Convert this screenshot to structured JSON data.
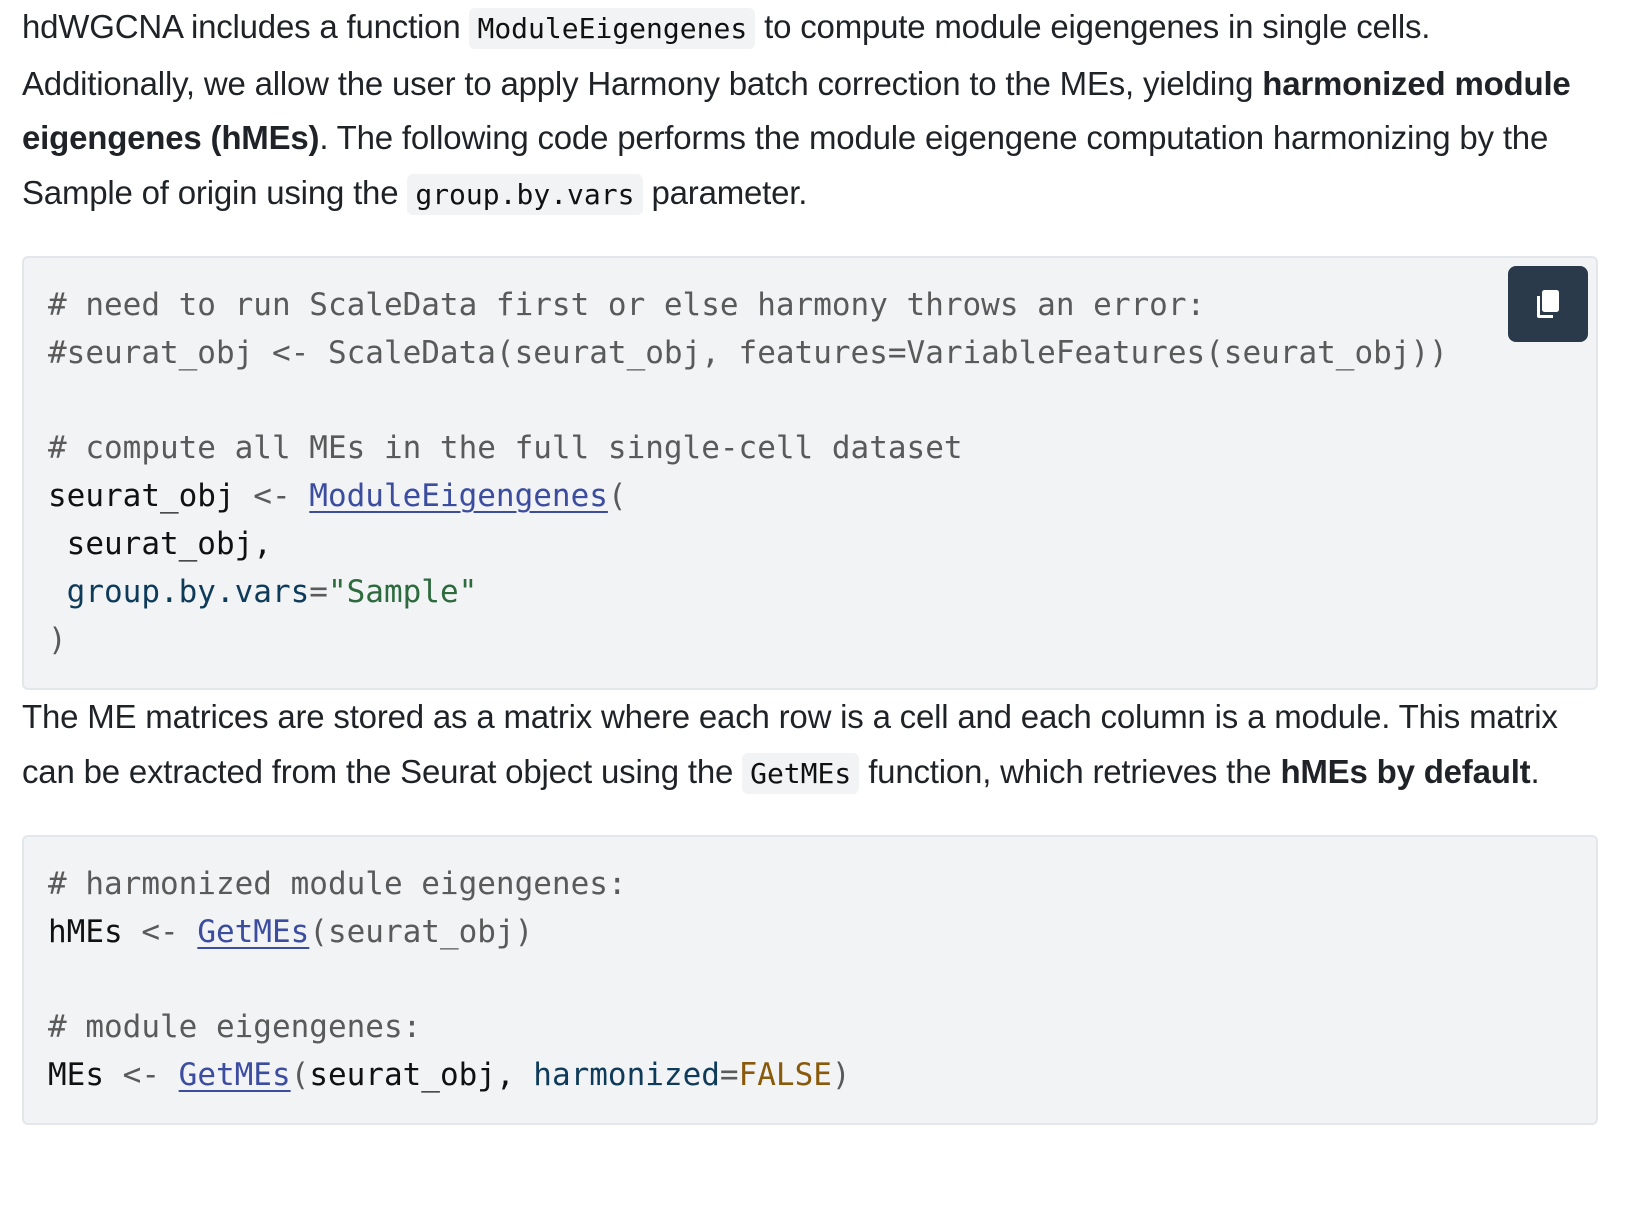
{
  "intro": {
    "s1": "hdWGCNA includes a function ",
    "code1": "ModuleEigengenes",
    "s2": " to compute module eigengenes in single cells. Additionally, we allow the user to apply Harmony batch correction to the MEs, yielding ",
    "bold1": "harmonized module eigengenes (hMEs)",
    "s3": ". The following code performs the module eigengene computation har­monizing by the Sample of origin using the ",
    "code2": "group.by.vars",
    "s4": " parameter."
  },
  "code_block_1": {
    "copy_icon": "copy-icon",
    "line1": "# need to run ScaleData first or else harmony throws an error:",
    "line2": "#seurat_obj <- ScaleData(seurat_obj, features=VariableFeatures(seurat_obj))",
    "line4": "# compute all MEs in the full single-cell dataset",
    "line5_var": "seurat_obj",
    "line5_op": " <- ",
    "line5_fn": "ModuleEigengenes",
    "line5_paren": "(",
    "line6": " seurat_obj,",
    "line7_arg": " group.by.vars",
    "line7_eq": "=",
    "line7_str": "\"Sample\"",
    "line8": ")"
  },
  "middle": {
    "s1": "The ME matrices are stored as a matrix where each row is a cell and each column is a module. This matrix can be extracted from the Seurat object using the ",
    "code1": "GetMEs",
    "s2": " function, which retrieves the ",
    "bold1": "hMEs by default",
    "s3": "."
  },
  "code_block_2": {
    "line1": "# harmonized module eigengenes:",
    "line2_var": "hMEs",
    "line2_op": " <- ",
    "line2_fn": "GetMEs",
    "line2_rest": "(seurat_obj)",
    "line4": "# module eigengenes:",
    "line5_var": "MEs",
    "line5_op": " <- ",
    "line5_fn": "GetMEs",
    "line5_open": "(",
    "line5_obj": "seurat_obj, ",
    "line5_arg": "harmonized",
    "line5_eq": "=",
    "line5_bool": "FALSE",
    "line5_close": ")"
  }
}
